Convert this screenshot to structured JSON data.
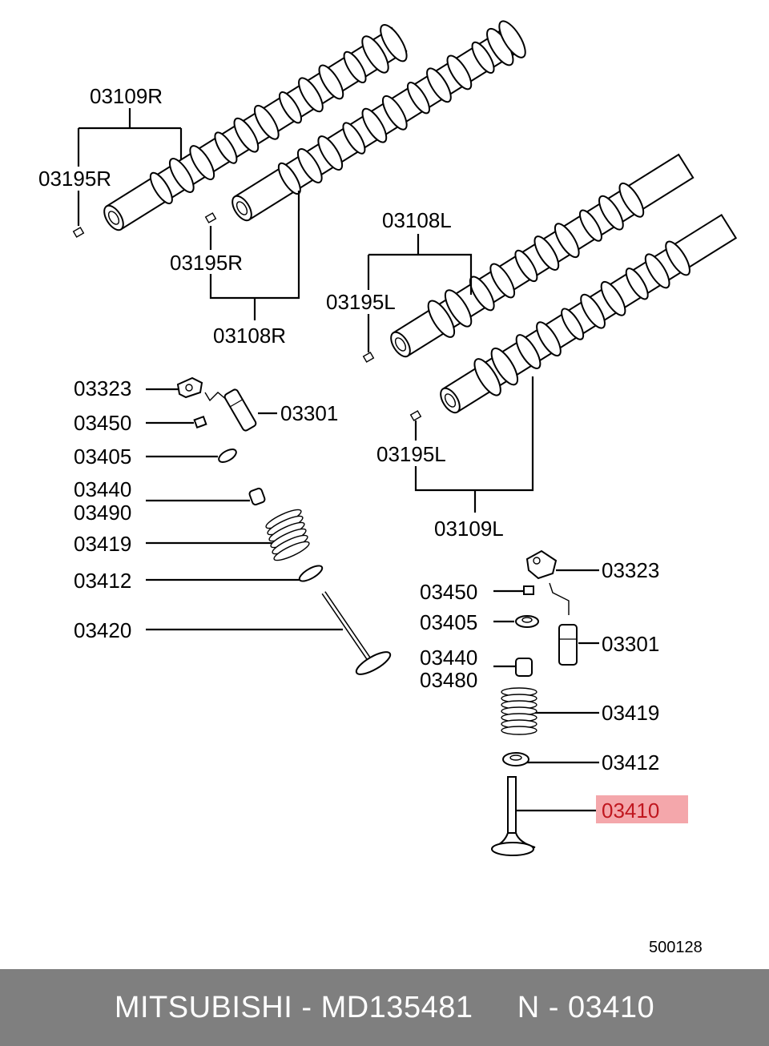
{
  "labels": {
    "camshaft_r_top": "03109R",
    "key_r_left": "03195R",
    "key_r_mid": "03195R",
    "camshaft_r_bottom": "03108R",
    "camshaft_l_top": "03108L",
    "key_l_top": "03195L",
    "key_l_bottom": "03195L",
    "camshaft_l_bottom": "03109L",
    "rocker_left": "03323",
    "lash_adjuster_left": "03301",
    "nut_left": "03450",
    "retainer_left": "03405",
    "seal_left_a": "03440",
    "seal_left_b": "03490",
    "spring_left": "03419",
    "seat_left": "03412",
    "valve_left": "03420",
    "rocker_right": "03323",
    "nut_right": "03450",
    "retainer_right": "03405",
    "lash_adjuster_right": "03301",
    "seal_right_a": "03440",
    "seal_right_b": "03480",
    "spring_right": "03419",
    "seat_right": "03412",
    "valve_right": "03410"
  },
  "highlight_color": "#f4a7ab",
  "diagram_code": "500128",
  "footer": {
    "brand": "MITSUBISHI",
    "part_number": "MD135481",
    "ref": "N - 03410",
    "separator": " - ",
    "bg_color": "#7f7f7f"
  }
}
